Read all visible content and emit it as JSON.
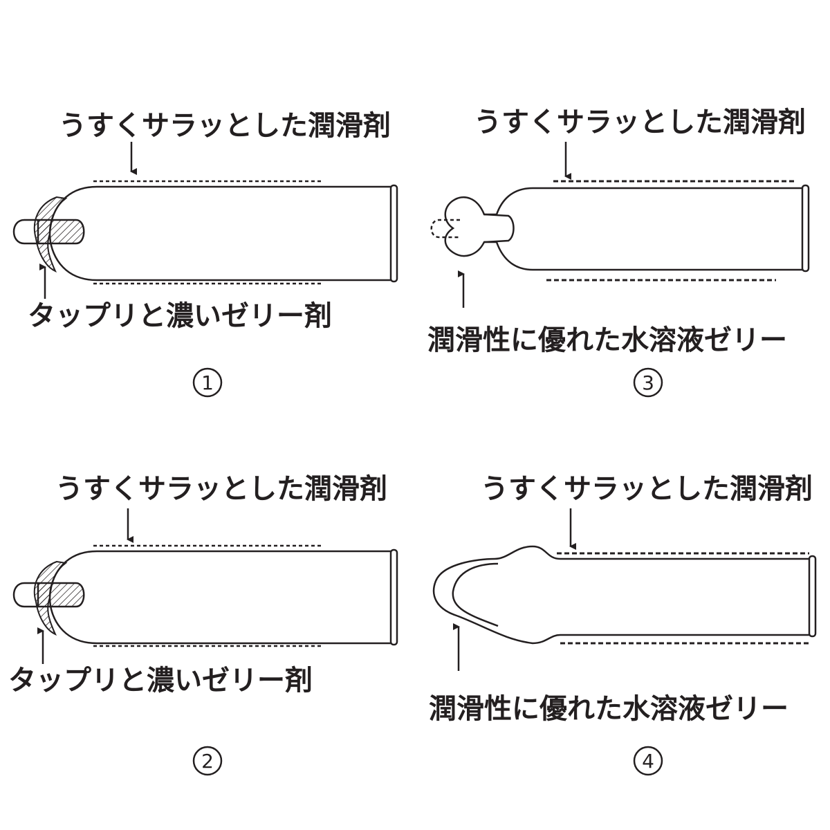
{
  "panels": [
    {
      "number": "1",
      "top_label": "うすくサラッとした潤滑剤",
      "bottom_label": "タップリと濃いゼリー剤"
    },
    {
      "number": "2",
      "top_label": "うすくサラッとした潤滑剤",
      "bottom_label": "タップリと濃いゼリー剤"
    },
    {
      "number": "3",
      "top_label": "うすくサラッとした潤滑剤",
      "bottom_label": "潤滑性に優れた水溶液ゼリー"
    },
    {
      "number": "4",
      "top_label": "うすくサラッとした潤滑剤",
      "bottom_label": "潤滑性に優れた水溶液ゼリー"
    }
  ]
}
